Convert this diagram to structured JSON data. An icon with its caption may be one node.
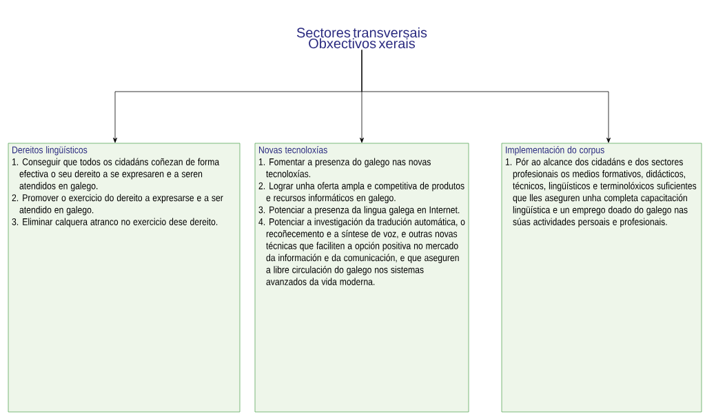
{
  "diagram": {
    "nodes": [
      {
        "text": [
          "Sectores transversais Obxectivos xerais"
        ]
      },
      {
        "text": [
          "Dereitos lingüísticos",
          "1. Conseguir que todos os cidadáns coñezan de forma efectiva o seu dereito a se expresaren e a seren atendidos en galego.",
          "2. Promover o exercicio do dereito a expresarse e a ser atendido en galego.",
          "3. Eliminar calquera atranco no exercicio dese dereito."
        ]
      },
      {
        "text": [
          "Novas tecnoloxías",
          "1. Fomentar a presenza do galego nas novas tecnoloxías.",
          "2. Lograr unha oferta ampla e competitiva de produtos e recursos informáticos en galego.",
          "3. Potenciar a presenza da lingua galega en Internet.",
          "4. Potenciar a investigación da tradución automática, o recoñecemento e a síntese de voz, e outras novas técnicas que faciliten a opción positiva no mercado da información e da comunicación, e que aseguren a libre circulación do galego nos sistemas avanzados da vida moderna."
        ]
      },
      {
        "text": [
          "Implementación do corpus",
          "1. Pór ao alcance dos cidadáns e dos sectores profesionais os medios formativos, didácticos, técnicos, lingüísticos e terminolóxicos suficientes que lles aseguren unha completa capacitación lingüística e un emprego doado do galego nas súas actividades persoais e profesionais."
        ]
      }
    ],
    "edges": [
      {
        "from": 0,
        "to": 1,
        "arrow": "to"
      },
      {
        "from": 0,
        "to": 2,
        "arrow": "to"
      },
      {
        "from": 0,
        "to": 3,
        "arrow": "to"
      }
    ]
  }
}
